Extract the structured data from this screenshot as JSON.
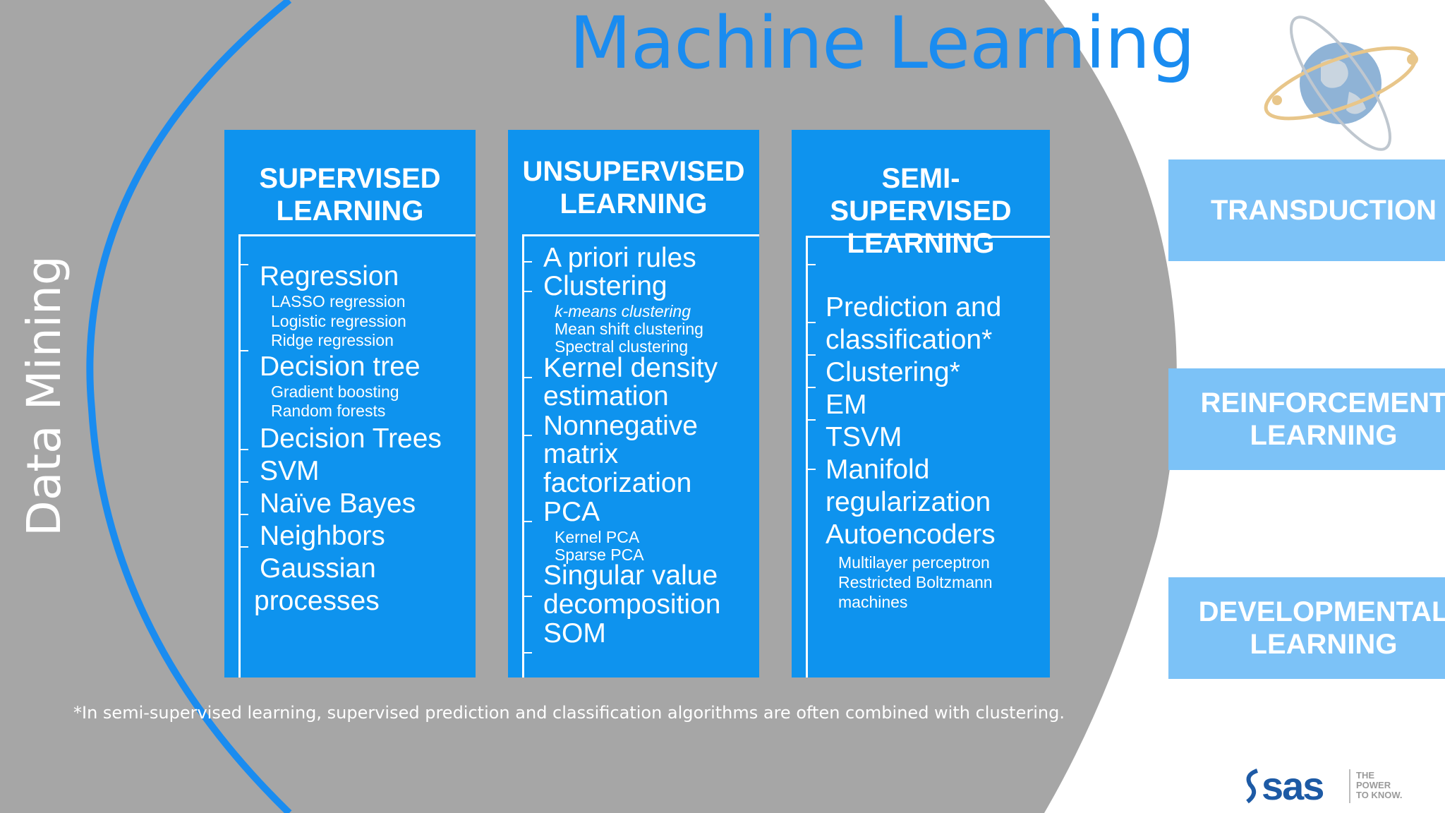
{
  "title": "Machine Learning",
  "side_label": "Data Mining",
  "colors": {
    "background": "#ffffff",
    "circle": "#a6a6a6",
    "accent": "#1a8cf0",
    "panel": "#0e93ee",
    "right_box": "#7cc2f7"
  },
  "panels": [
    {
      "heading": [
        "SUPERVISED",
        "LEARNING"
      ],
      "items": [
        {
          "text": "Regression",
          "size": "big"
        },
        {
          "text": "LASSO regression",
          "size": "small"
        },
        {
          "text": "Logistic regression",
          "size": "small"
        },
        {
          "text": "Ridge regression",
          "size": "small"
        },
        {
          "text": "Decision tree",
          "size": "big"
        },
        {
          "text": "Gradient boosting",
          "size": "small"
        },
        {
          "text": "Random forests",
          "size": "small"
        },
        {
          "text": "Decision Trees",
          "size": "big"
        },
        {
          "text": "SVM",
          "size": "big"
        },
        {
          "text": "Naïve Bayes",
          "size": "big"
        },
        {
          "text": "Neighbors",
          "size": "big"
        },
        {
          "text": "Gaussian",
          "size": "big"
        },
        {
          "text": "processes",
          "size": "big"
        }
      ]
    },
    {
      "heading": [
        "UNSUPERVISED",
        "LEARNING"
      ],
      "items": [
        {
          "text": "A priori rules",
          "size": "big"
        },
        {
          "text": "Clustering",
          "size": "big"
        },
        {
          "text": "k-means clustering",
          "size": "small"
        },
        {
          "text": "Mean shift clustering",
          "size": "small"
        },
        {
          "text": "Spectral clustering",
          "size": "small"
        },
        {
          "text": "Kernel density",
          "size": "big"
        },
        {
          "text": "estimation",
          "size": "big"
        },
        {
          "text": "Nonnegative",
          "size": "big"
        },
        {
          "text": "matrix",
          "size": "big"
        },
        {
          "text": "factorization",
          "size": "big"
        },
        {
          "text": "PCA",
          "size": "big"
        },
        {
          "text": "Kernel PCA",
          "size": "small"
        },
        {
          "text": "Sparse PCA",
          "size": "small"
        },
        {
          "text": "Singular value",
          "size": "big"
        },
        {
          "text": "decomposition",
          "size": "big"
        },
        {
          "text": "SOM",
          "size": "big"
        }
      ]
    },
    {
      "heading": [
        "SEMI-",
        "SUPERVISED",
        "LEARNING"
      ],
      "items": [
        {
          "text": "Prediction and",
          "size": "big"
        },
        {
          "text": "classification*",
          "size": "big"
        },
        {
          "text": "Clustering*",
          "size": "big"
        },
        {
          "text": "EM",
          "size": "big"
        },
        {
          "text": "TSVM",
          "size": "big"
        },
        {
          "text": "Manifold",
          "size": "big"
        },
        {
          "text": "regularization",
          "size": "big"
        },
        {
          "text": "Autoencoders",
          "size": "big"
        },
        {
          "text": "Multilayer perceptron",
          "size": "small"
        },
        {
          "text": "Restricted Boltzmann",
          "size": "small"
        },
        {
          "text": "machines",
          "size": "small"
        }
      ]
    }
  ],
  "right_boxes": [
    {
      "lines": [
        "TRANSDUCTION"
      ]
    },
    {
      "lines": [
        "REINFORCEMENT",
        "LEARNING"
      ]
    },
    {
      "lines": [
        "DEVELOPMENTAL",
        "LEARNING"
      ]
    }
  ],
  "footnote": "*In semi-supervised learning, supervised prediction and classification algorithms are often combined with clustering.",
  "logo": {
    "wordmark": "sas",
    "tagline": [
      "THE",
      "POWER",
      "TO KNOW."
    ]
  },
  "icons": [
    "globe-atom-icon",
    "sas-logo"
  ]
}
